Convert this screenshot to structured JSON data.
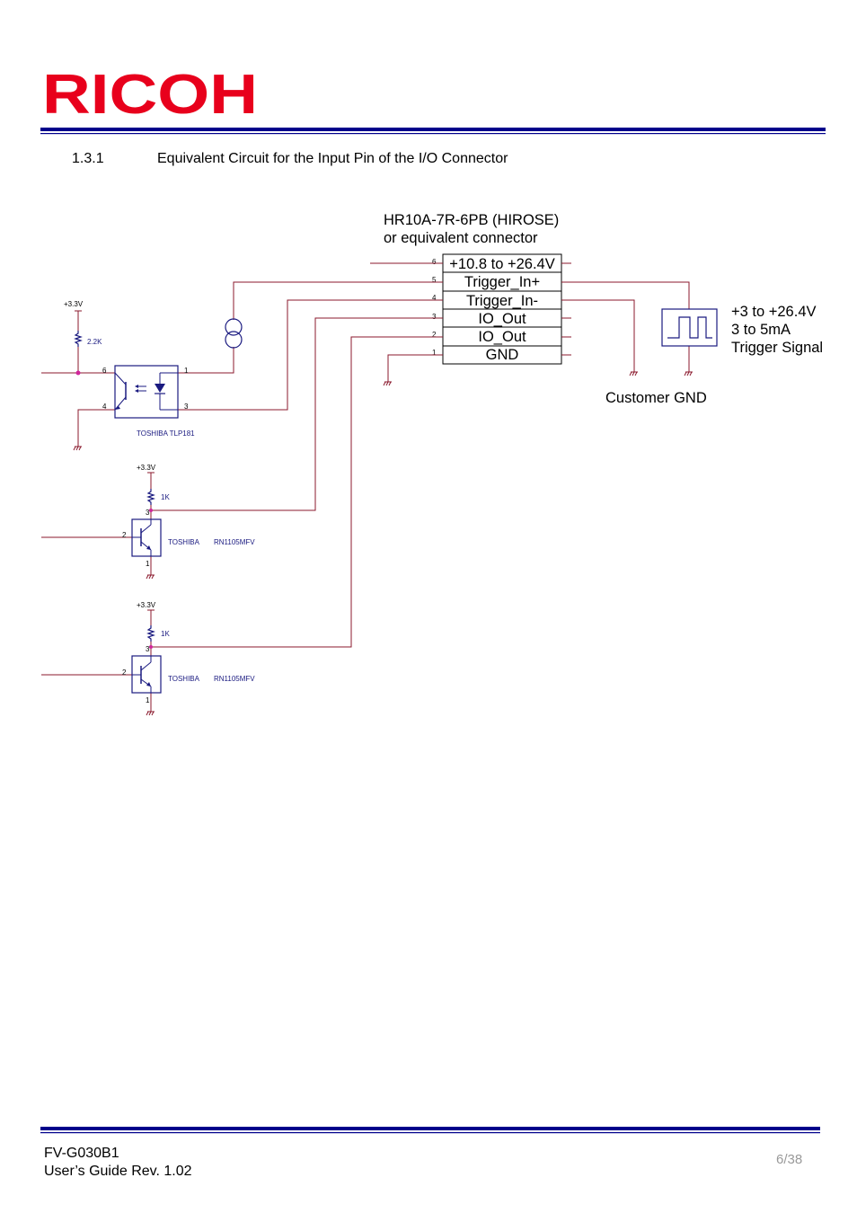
{
  "header": {
    "logo_text": "RICOH",
    "brand_color": "#e8001c",
    "rule_color": "#00008b"
  },
  "section": {
    "number": "1.3.1",
    "title": "Equivalent Circuit for the Input Pin of the I/O Connector"
  },
  "schematic": {
    "connector_label_1": "HR10A-7R-6PB (HIROSE)",
    "connector_label_2": "or equivalent connector",
    "pins": [
      {
        "num": "6",
        "name": "+10.8 to +26.4V"
      },
      {
        "num": "5",
        "name": "Trigger_In+"
      },
      {
        "num": "4",
        "name": "Trigger_In-"
      },
      {
        "num": "3",
        "name": "IO_Out"
      },
      {
        "num": "2",
        "name": "IO_Out"
      },
      {
        "num": "1",
        "name": "GND"
      }
    ],
    "source_spec": [
      "+3 to +26.4V",
      "3 to 5mA",
      "Trigger Signal"
    ],
    "customer_gnd": "Customer GND",
    "opto": {
      "supply": "+3.3V",
      "resistor": "2.2K",
      "pin6": "6",
      "pin1": "1",
      "pin4": "4",
      "pin3": "3",
      "part": "TOSHIBA   TLP181"
    },
    "transistors": [
      {
        "supply": "+3.3V",
        "resistor": "1K",
        "base_pin": "2",
        "collector_pin": "3",
        "emitter_pin": "1",
        "maker": "TOSHIBA",
        "part": "RN1105MFV"
      },
      {
        "supply": "+3.3V",
        "resistor": "1K",
        "base_pin": "2",
        "collector_pin": "3",
        "emitter_pin": "1",
        "maker": "TOSHIBA",
        "part": "RN1105MFV"
      }
    ],
    "wire_color": "#8b1a2e",
    "part_color": "#1a1a80"
  },
  "footer": {
    "model": "FV-G030B1",
    "guide": "User’s Guide Rev. 1.02",
    "page": "6/38"
  }
}
